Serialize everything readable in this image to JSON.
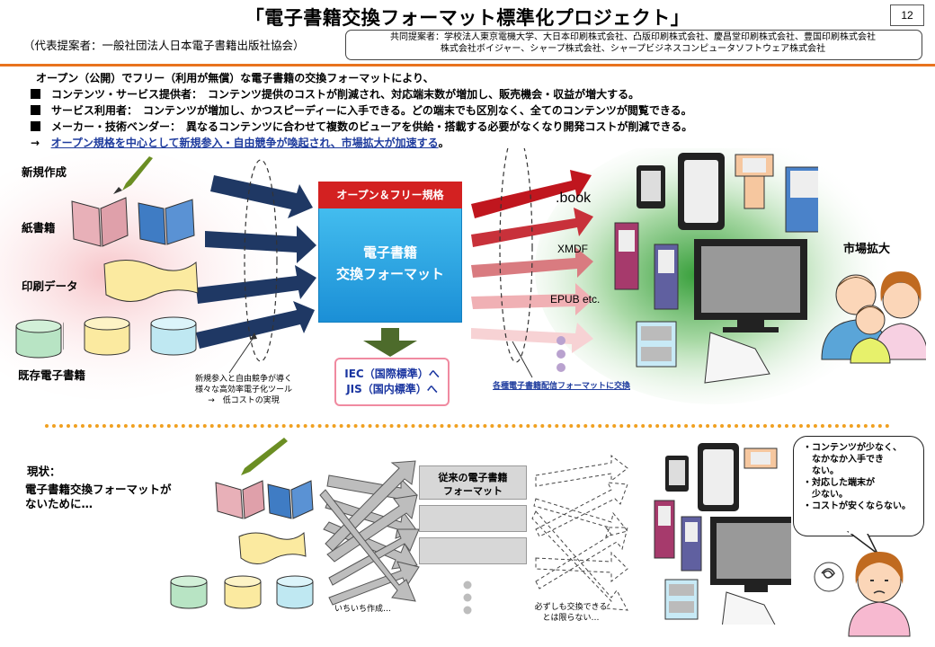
{
  "page": {
    "title": "「電子書籍交換フォーマット標準化プロジェクト」",
    "number": "12",
    "presenter": "（代表提案者：一般社団法人日本電子書籍出版社協会）",
    "co_presenters": [
      "共同提案者：学校法人東京電機大学、大日本印刷株式会社、凸版印刷株式会社、慶昌堂印刷株式会社、豊国印刷株式会社",
      "株式会社ボイジャー、シャープ株式会社、シャープビジネスコンピュータソフトウェア株式会社"
    ]
  },
  "summary": {
    "intro": "オープン（公開）でフリー（利用が無償）な電子書籍の交換フォーマットにより、",
    "bullets": [
      "コンテンツ・サービス提供者：　コンテンツ提供のコストが削減され、対応端末数が増加し、販売機会・収益が増大する。",
      "サービス利用者：　コンテンツが増加し、かつスピーディーに入手できる。どの端末でも区別なく、全てのコンテンツが閲覧できる。",
      "メーカー・技術ベンダー：　異なるコンテンツに合わせて複数のビューアを供給・搭載する必要がなくなり開発コストが削減できる。"
    ],
    "conclusion_arrow": "→",
    "conclusion_link": "オープン規格を中心として新規参入・自由競争が喚起され、市場拡大が加速する",
    "conclusion_end": "。"
  },
  "future": {
    "sources": [
      "新規作成",
      "紙書籍",
      "印刷データ",
      "既存電子書籍"
    ],
    "left_note": [
      "新規参入と自由競争が導く",
      "様々な高効率電子化ツール",
      "→　低コストの実現"
    ],
    "center_header": "オープン＆フリー規格",
    "center_lines": [
      "電子書籍",
      "交換フォーマット"
    ],
    "standards": [
      "IEC（国際標準）へ",
      "JIS（国内標準）へ"
    ],
    "formats": [
      ".book",
      "XMDF",
      "EPUB etc."
    ],
    "right_note": "各種電子書籍配信フォーマットに交換",
    "market_label": "市場拡大"
  },
  "current": {
    "heading": "現状：",
    "lines": [
      "電子書籍交換フォーマットが",
      "ないために…"
    ],
    "center_title": [
      "従来の電子書籍",
      "フォーマット"
    ],
    "note_left": "いちいち作成…",
    "note_right": [
      "必ずしも交換できる",
      "とは限らない…"
    ],
    "bubble": [
      "・コンテンツが少なく、",
      "　なかなか入手でき",
      "　ない。",
      "・対応した端末が",
      "　少ない。",
      "・コストが安くならない。"
    ]
  },
  "colors": {
    "accent_orange": "#e8731e",
    "arrow_navy": "#1f3864",
    "arrow_red": "#c0161e",
    "format_blue": "#1b8fd6",
    "header_red": "#d32121",
    "link_blue": "#1f3c9e"
  }
}
